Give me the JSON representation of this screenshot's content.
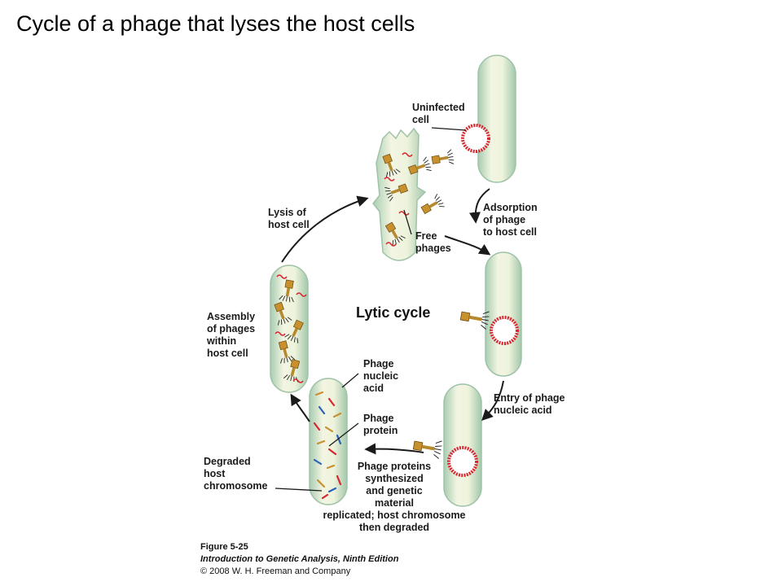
{
  "slide": {
    "title": "Cycle of a phage that lyses the host cells"
  },
  "diagram": {
    "center_label": "Lytic cycle",
    "labels": {
      "uninfected": "Uninfected\ncell",
      "adsorption": "Adsorption\nof phage\nto host cell",
      "entry": "Entry of phage\nnucleic acid",
      "synthesis": "Phage proteins\nsynthesized\nand genetic\nmaterial\nreplicated; host chromosome\nthen degraded",
      "nucleic_acid": "Phage\nnucleic\nacid",
      "protein": "Phage\nprotein",
      "degraded": "Degraded\nhost\nchromosome",
      "assembly": "Assembly\nof phages\nwithin\nhost cell",
      "lysis": "Lysis of\nhost cell",
      "free": "Free\nphages"
    }
  },
  "caption": {
    "figure": "Figure 5-25",
    "book": "Introduction to Genetic Analysis, Ninth Edition",
    "copyright": "© 2008 W. H. Freeman and Company"
  },
  "colors": {
    "cell_fill": "#dbe8cf",
    "cell_edge": "#9fc3a8",
    "chromosome": "#d8262f",
    "phage_head": "#c8912d",
    "phage_tail": "#2f2f2f"
  }
}
